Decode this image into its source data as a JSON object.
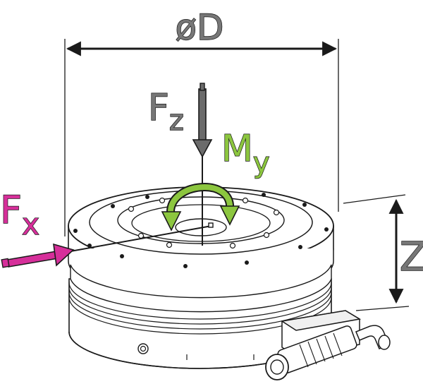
{
  "labels": {
    "diameter": "øD",
    "fz_main": "F",
    "fz_sub": "z",
    "my_main": "M",
    "my_sub": "y",
    "fx_main": "F",
    "fx_sub": "x",
    "height": "Z"
  },
  "colors": {
    "fz": "#6b6b6b",
    "my": "#8cc63f",
    "fx": "#d62f9a",
    "outline": "#1a1a1a",
    "label_gray": "#777777",
    "body_fill": "#ffffff"
  },
  "icons": {
    "fz_arrow": "arrow-down",
    "my_arrow": "curved-double-arrow",
    "fx_arrow": "arrow-right",
    "dimension_arrows": "double-headed-arrow"
  }
}
